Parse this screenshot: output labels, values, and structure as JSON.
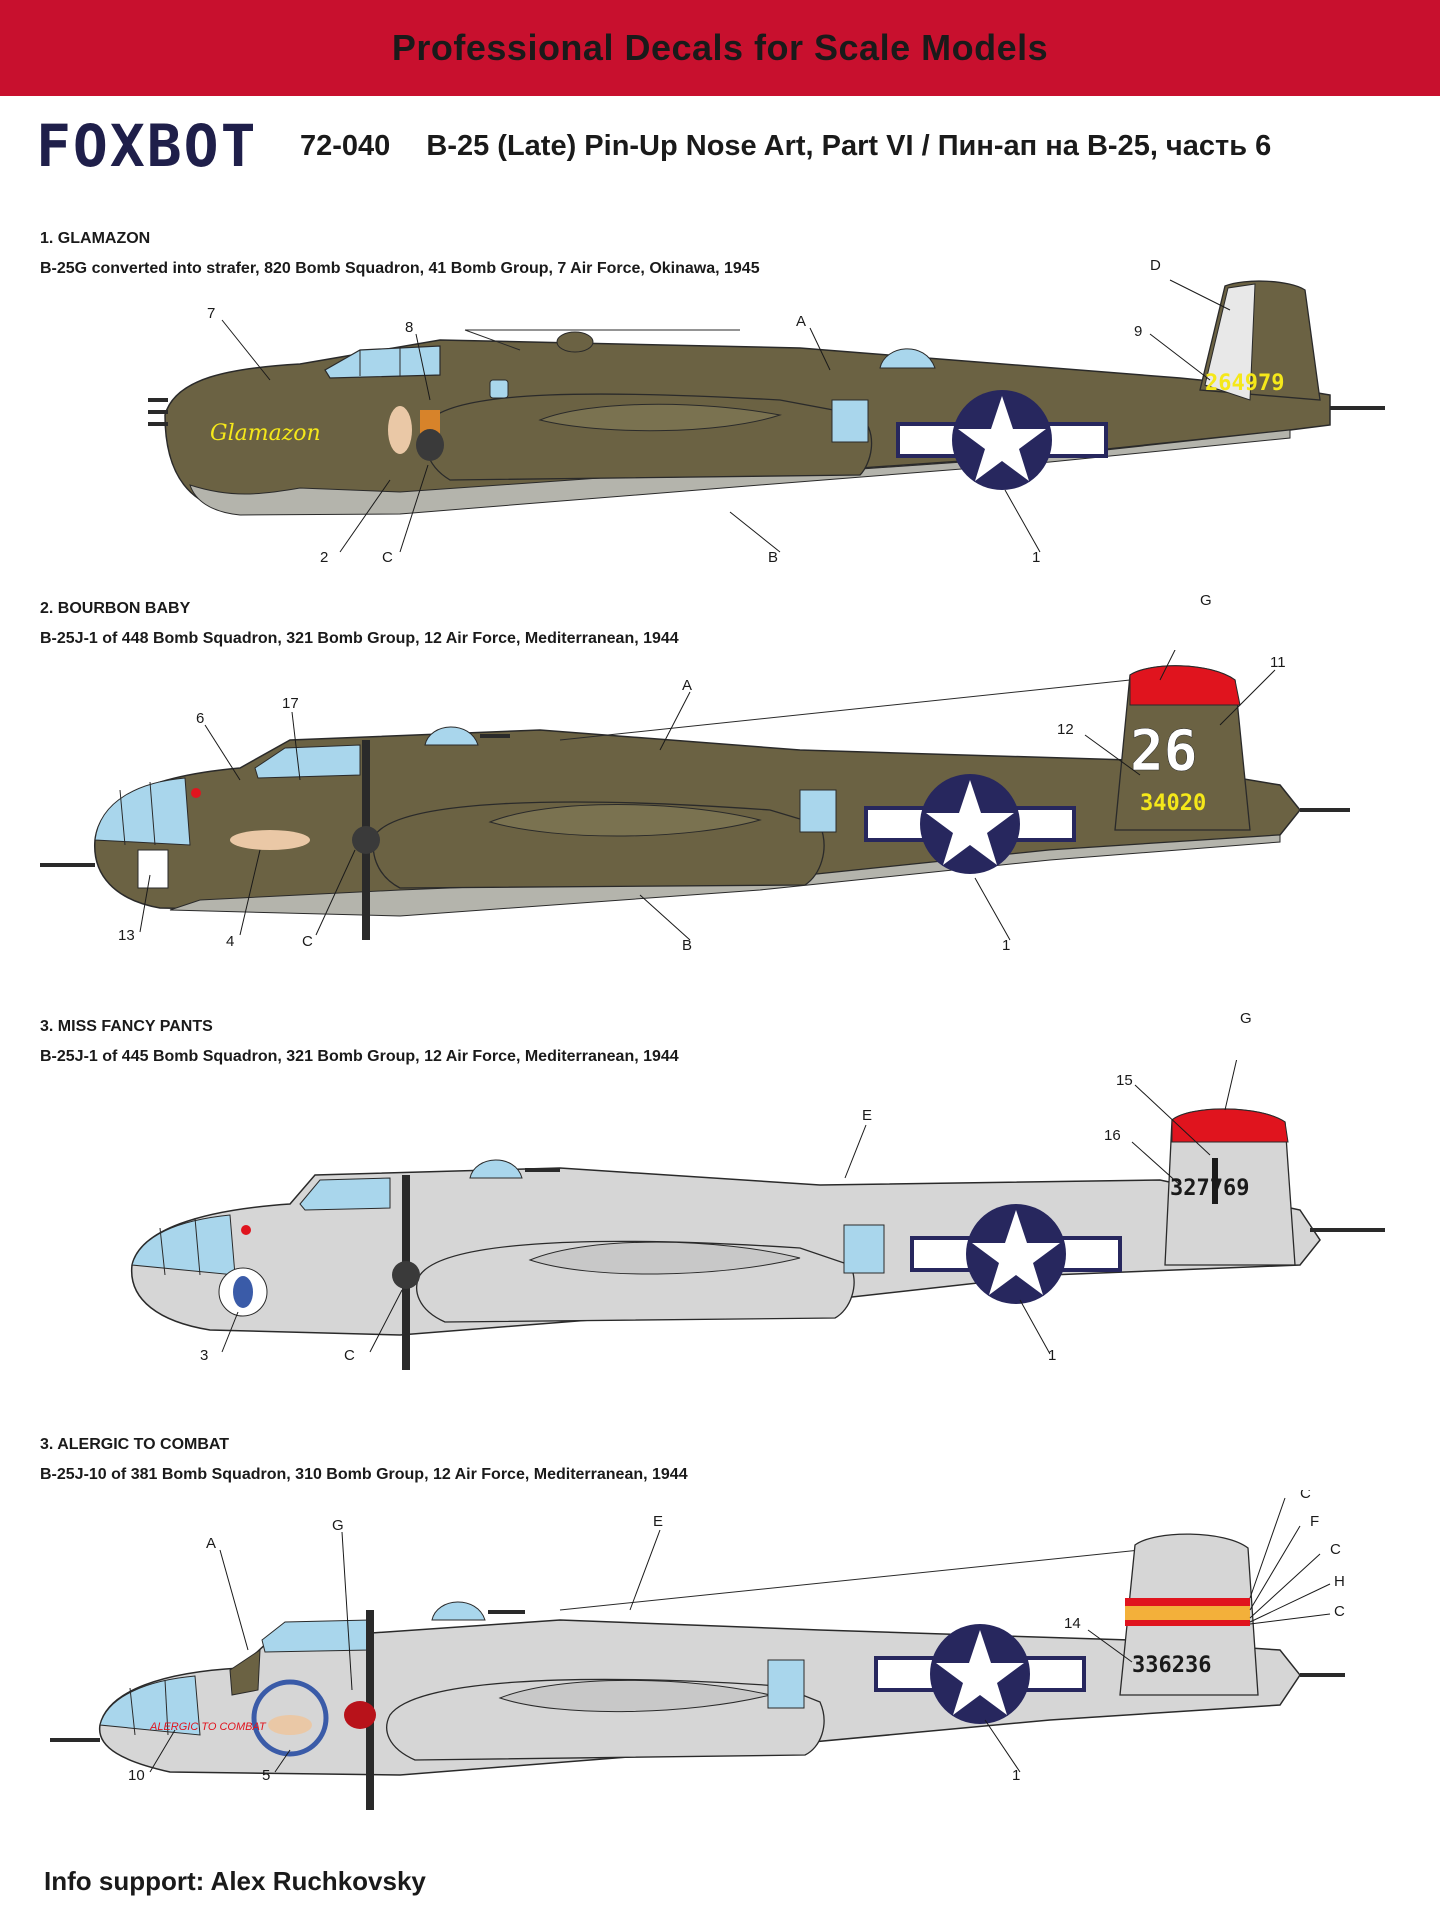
{
  "banner": {
    "title": "Professional Decals for Scale Models"
  },
  "brand": {
    "logo": "FOXBOT"
  },
  "product": {
    "code": "72-040",
    "title": "B-25 (Late) Pin-Up Nose Art, Part VI / Пин-ап на B-25, часть 6"
  },
  "colors": {
    "banner": "#c8102e",
    "olive_drab": "#6b6243",
    "neutral_gray": "#b4b4ac",
    "aluminium": "#d6d6d6",
    "insignia_blue": "#27275e",
    "tail_red": "#e0141e",
    "band_yellow": "#f3b03a",
    "glass": "#a9d6ec",
    "serial_yellow": "#f5e81a"
  },
  "schemes": [
    {
      "title": "1. GLAMAZON",
      "description": "B-25G converted into strafer, 820 Bomb Squadron, 41 Bomb Group, 7 Air Force, Okinawa, 1945",
      "finish": "olive",
      "nose_art_text": "Glamazon",
      "tail_number": "",
      "serial": "264979",
      "callouts": [
        "7",
        "8",
        "A",
        "D",
        "9",
        "2",
        "C",
        "B",
        "1"
      ]
    },
    {
      "title": "2. BOURBON BABY",
      "description": "B-25J-1 of 448 Bomb Squadron, 321 Bomb Group, 12 Air Force, Mediterranean, 1944",
      "finish": "olive",
      "nose_art_text": "",
      "tail_number": "26",
      "serial": "34020",
      "callouts": [
        "G",
        "11",
        "A",
        "17",
        "6",
        "12",
        "13",
        "4",
        "C",
        "B",
        "1"
      ]
    },
    {
      "title": "3. MISS FANCY PANTS",
      "description": "B-25J-1 of 445 Bomb Squadron, 321 Bomb Group, 12 Air Force, Mediterranean, 1944",
      "finish": "silver",
      "nose_art_text": "",
      "tail_number": "",
      "serial": "327769",
      "callouts": [
        "G",
        "15",
        "E",
        "16",
        "3",
        "C",
        "1"
      ]
    },
    {
      "title": "3. ALERGIC TO COMBAT",
      "description": "B-25J-10 of 381 Bomb Squadron, 310 Bomb Group, 12 Air Force, Mediterranean, 1944",
      "finish": "silver",
      "nose_art_text": "ALERGIC TO COMBAT",
      "tail_number": "",
      "serial": "336236",
      "callouts": [
        "G",
        "A",
        "E",
        "C",
        "F",
        "C",
        "H",
        "C",
        "14",
        "10",
        "5",
        "1"
      ]
    }
  ],
  "footer": {
    "credit": "Info support: Alex Ruchkovsky"
  }
}
